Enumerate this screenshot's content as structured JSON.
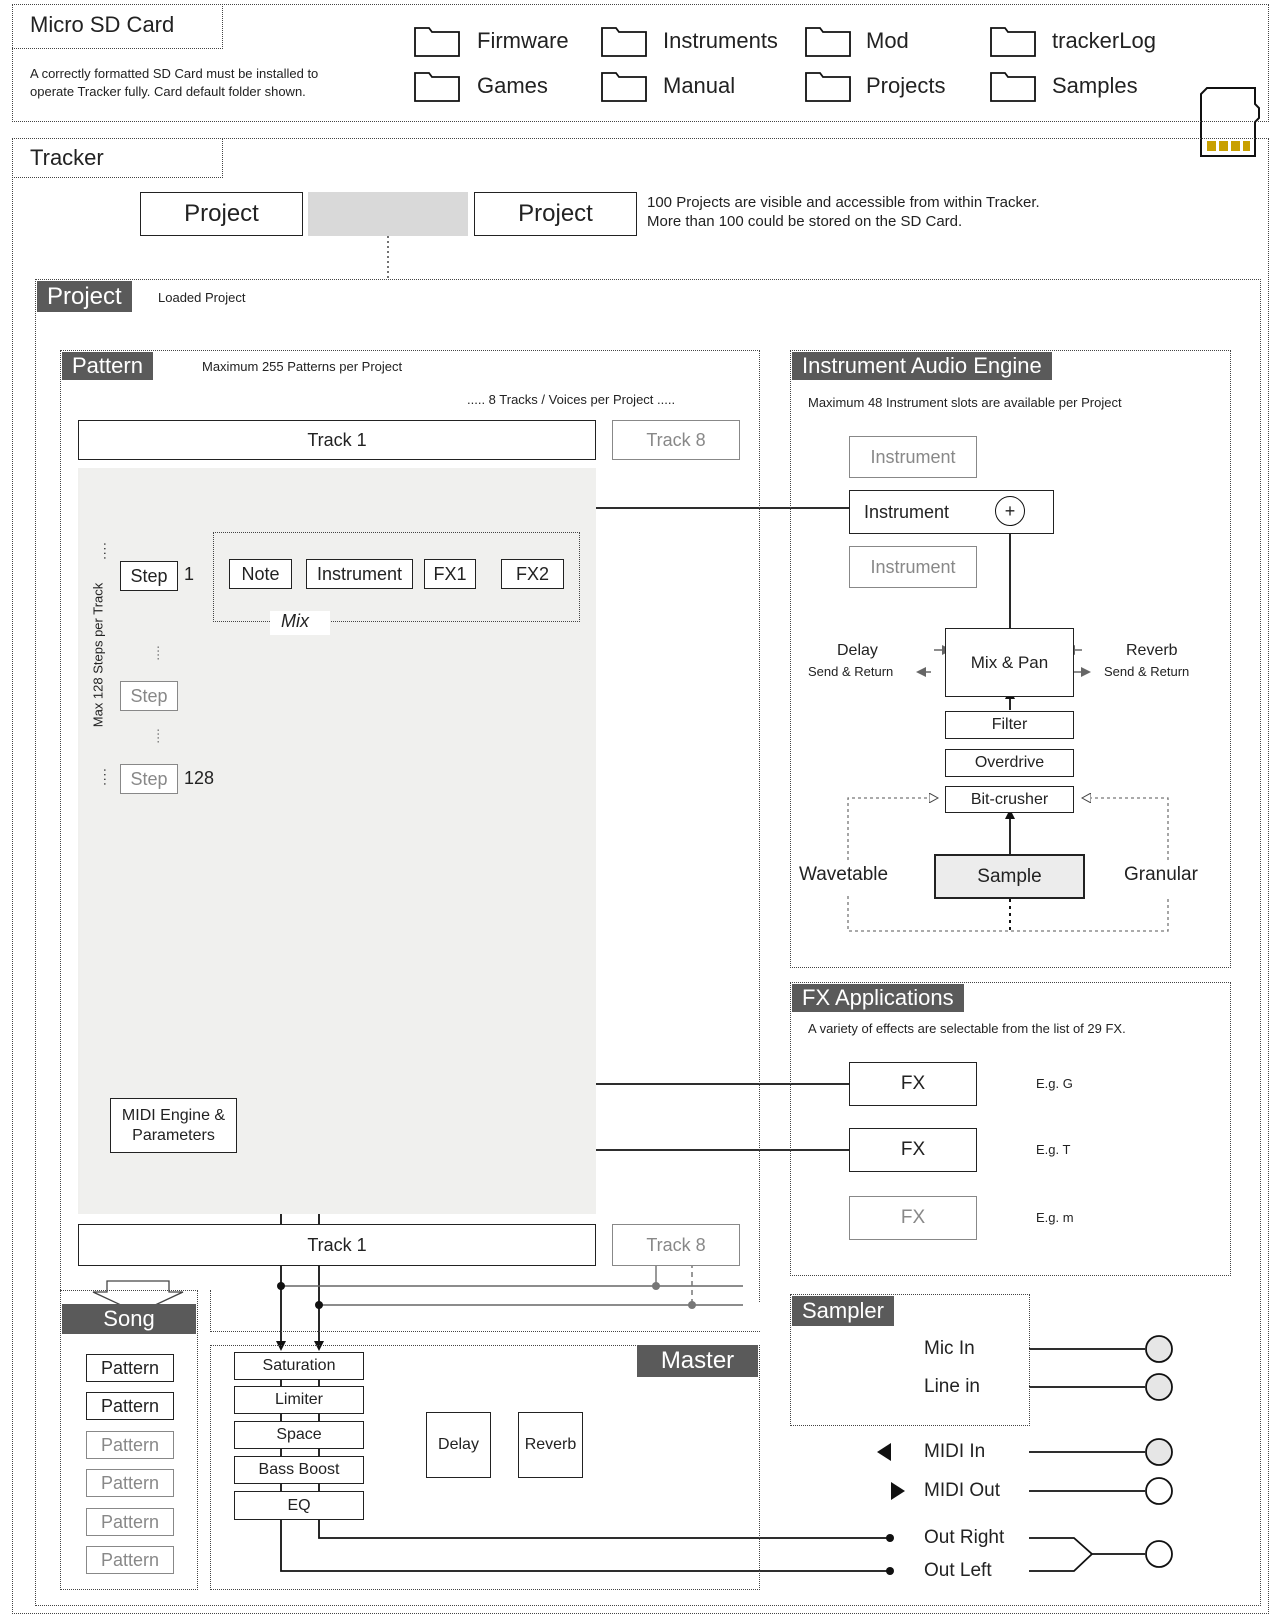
{
  "sd": {
    "title": "Micro SD Card",
    "desc": [
      "A correctly formatted SD Card must be installed to",
      "operate Tracker fully. Card default folder shown."
    ],
    "folders": [
      "Firmware",
      "Instruments",
      "Mod",
      "trackerLog",
      "Games",
      "Manual",
      "Projects",
      "Samples"
    ]
  },
  "tracker": {
    "title": "Tracker",
    "project_box_1": "Project",
    "project_box_2": "Project",
    "note": [
      "100 Projects are visible and accessible from within Tracker.",
      "More than 100 could be stored on the SD Card."
    ]
  },
  "project": {
    "title": "Project",
    "subtitle": "Loaded Project"
  },
  "pattern": {
    "title": "Pattern",
    "subtitle": "Maximum 255 Patterns per Project",
    "tracks_note": "..... 8 Tracks / Voices per Project .....",
    "track1_top": "Track 1",
    "track8_top": "Track 8",
    "track1_bottom": "Track 1",
    "track8_bottom": "Track 8",
    "steps_vertical": "Max 128 Steps per Track",
    "step_label": "Step",
    "step_first_num": "1",
    "step_last_num": "128",
    "note": "Note",
    "instrument": "Instrument",
    "fx1": "FX1",
    "fx2": "FX2",
    "mix": "Mix",
    "midi_engine": [
      "MIDI Engine &",
      "Parameters"
    ]
  },
  "engine": {
    "title": "Instrument Audio Engine",
    "subtitle": "Maximum 48 Instrument slots are available per Project",
    "instrument": "Instrument",
    "plus": "+",
    "mix_pan": "Mix & Pan",
    "delay": [
      "Delay",
      "Send & Return"
    ],
    "reverb": [
      "Reverb",
      "Send & Return"
    ],
    "filter": "Filter",
    "overdrive": "Overdrive",
    "bitcrusher": "Bit-crusher",
    "sample": "Sample",
    "wavetable": "Wavetable",
    "granular": "Granular"
  },
  "fxapp": {
    "title": "FX Applications",
    "subtitle": "A variety of effects are selectable from the list of 29 FX.",
    "fx": "FX",
    "examples": [
      "E.g. G",
      "E.g. T",
      "E.g. m"
    ]
  },
  "song": {
    "title": "Song",
    "patterns": [
      "Pattern",
      "Pattern",
      "Pattern",
      "Pattern",
      "Pattern",
      "Pattern"
    ]
  },
  "master": {
    "title": "Master",
    "chain": [
      "Saturation",
      "Limiter",
      "Space",
      "Bass Boost",
      "EQ"
    ],
    "delay": "Delay",
    "reverb": "Reverb"
  },
  "sampler": {
    "title": "Sampler",
    "inputs": [
      "Mic In",
      "Line in"
    ]
  },
  "io": {
    "midi_in": "MIDI In",
    "midi_out": "MIDI Out",
    "out_right": "Out Right",
    "out_left": "Out Left"
  }
}
